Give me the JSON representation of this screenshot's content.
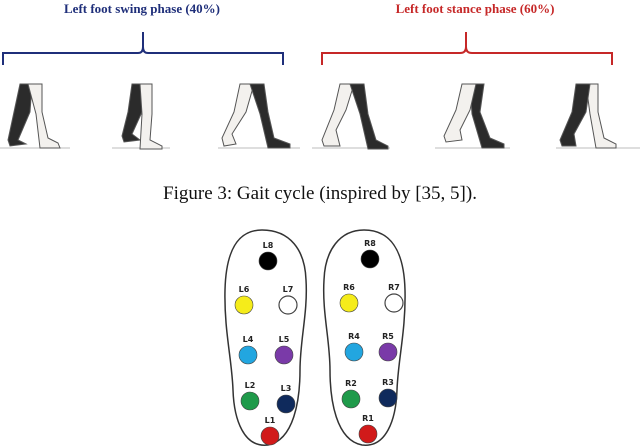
{
  "figure_top": {
    "swing_label": "Left foot swing phase (40%)",
    "stance_label": "Left foot stance phase (60%)",
    "colors": {
      "swing": "#1f2f7a",
      "stance": "#c62828",
      "dark_leg": "#2b2b2b",
      "light_leg": "#f3f1ee"
    }
  },
  "caption": "Figure 3: Gait cycle (inspired by [35, 5]).",
  "insoles": {
    "left_sensors": [
      "L8",
      "L6",
      "L7",
      "L4",
      "L5",
      "L2",
      "L3",
      "L1"
    ],
    "right_sensors": [
      "R8",
      "R6",
      "R7",
      "R4",
      "R5",
      "R2",
      "R3",
      "R1"
    ],
    "sensor_colors": {
      "8": "#000000",
      "6": "#f5ec1a",
      "7": "#ffffff",
      "4": "#22a6e0",
      "5": "#7a3aa8",
      "2": "#1f9a4a",
      "3": "#0f2a5c",
      "1": "#d11a1a"
    }
  }
}
